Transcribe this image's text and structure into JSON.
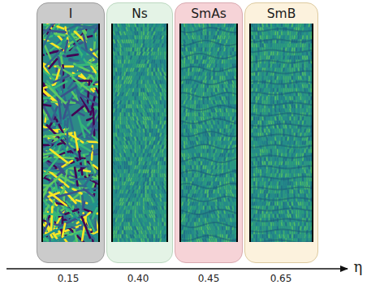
{
  "diagram": {
    "nodes": [
      {
        "text": [
          "I"
        ]
      },
      {
        "text": [
          "Ns"
        ]
      },
      {
        "text": [
          "SmAs"
        ]
      },
      {
        "text": [
          "SmB"
        ]
      }
    ],
    "labels": [
      "0.15",
      "0.40",
      "0.45",
      "0.65",
      "η"
    ]
  }
}
